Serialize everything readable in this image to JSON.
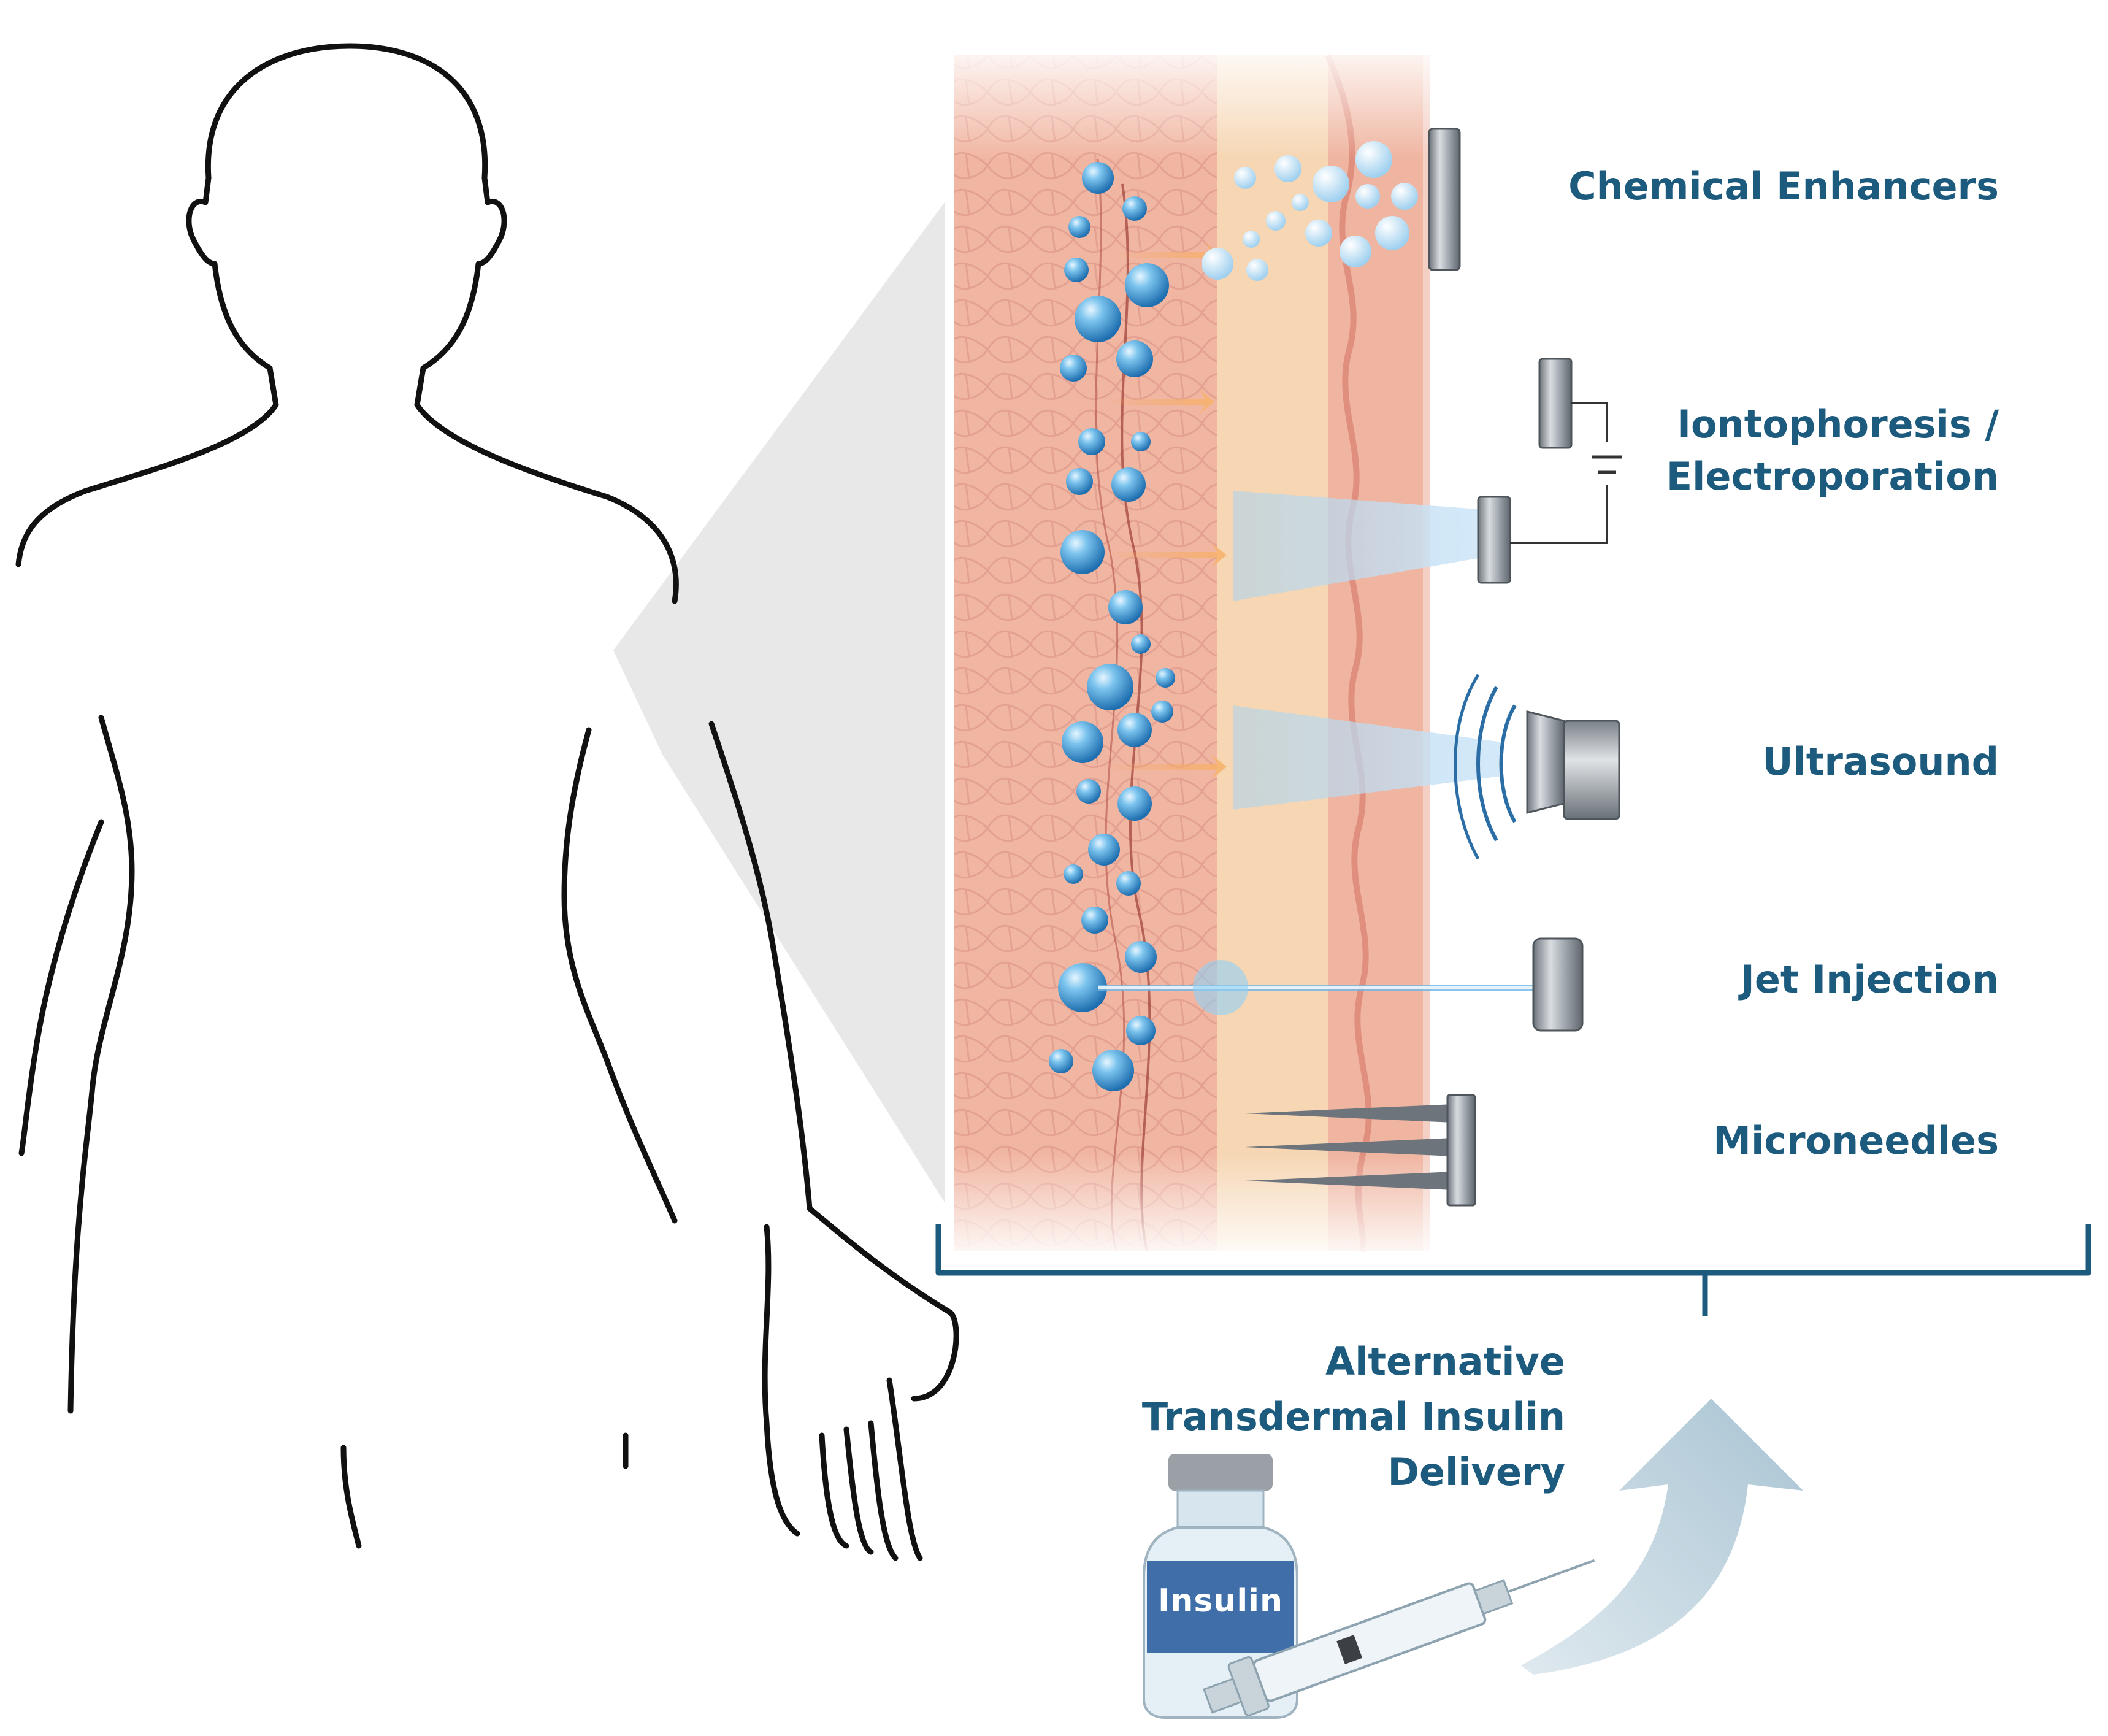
{
  "methods": [
    {
      "key": "chemical",
      "label": "Chemical Enhancers"
    },
    {
      "key": "iontophoresis",
      "label_line1": "Iontophoresis /",
      "label_line2": "Electroporation"
    },
    {
      "key": "ultrasound",
      "label": "Ultrasound"
    },
    {
      "key": "jet",
      "label": "Jet Injection"
    },
    {
      "key": "microneedles",
      "label": "Microneedles"
    }
  ],
  "summary": {
    "line1": "Alternative",
    "line2": "Transdermal Insulin",
    "line3": "Delivery"
  },
  "vial_label": "Insulin",
  "colors": {
    "label_text": "#1d5b7e",
    "bracket": "#1d5b7e",
    "skin_outer": "#e9a394",
    "skin_epidermis": "#f6d6b3",
    "skin_dermis": "#f1b9a6",
    "bubble": "#4aa3dc",
    "arrow": "#b6cdd9"
  },
  "icons": {
    "body": "human-silhouette-icon",
    "chemical_device": "patch-device-icon",
    "electrode": "electrode-icon",
    "speaker": "ultrasound-transducer-icon",
    "jet": "jet-injector-icon",
    "microneedle": "microneedle-array-icon",
    "vial": "insulin-vial-icon",
    "syringe": "syringe-icon",
    "arrow": "curved-arrow-icon"
  }
}
